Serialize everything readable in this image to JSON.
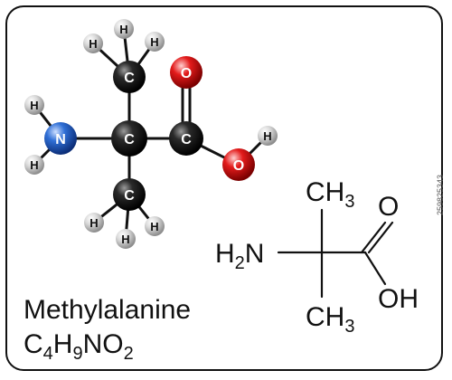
{
  "molecule": {
    "name": "Methylalanine",
    "formula": {
      "p1": "C",
      "s1": "4",
      "p2": "H",
      "s2": "9",
      "p3": "NO",
      "s3": "2"
    }
  },
  "ball_model": {
    "colors": {
      "carbon": "#111111",
      "hydrogen": "#cccccc",
      "nitrogen": "#2f6fd6",
      "oxygen": "#e31b1b"
    },
    "atoms": {
      "carbon": "C",
      "hydrogen": "H",
      "nitrogen": "N",
      "oxygen": "O"
    }
  },
  "skeletal": {
    "ch3_top": "CH",
    "ch3_top_sub": "3",
    "ch3_bottom": "CH",
    "ch3_bottom_sub": "3",
    "amine_h": "H",
    "amine_sub": "2",
    "amine_n": "N",
    "carbonyl_o": "O",
    "hydroxyl": "OH"
  },
  "stock_id": "259825343"
}
